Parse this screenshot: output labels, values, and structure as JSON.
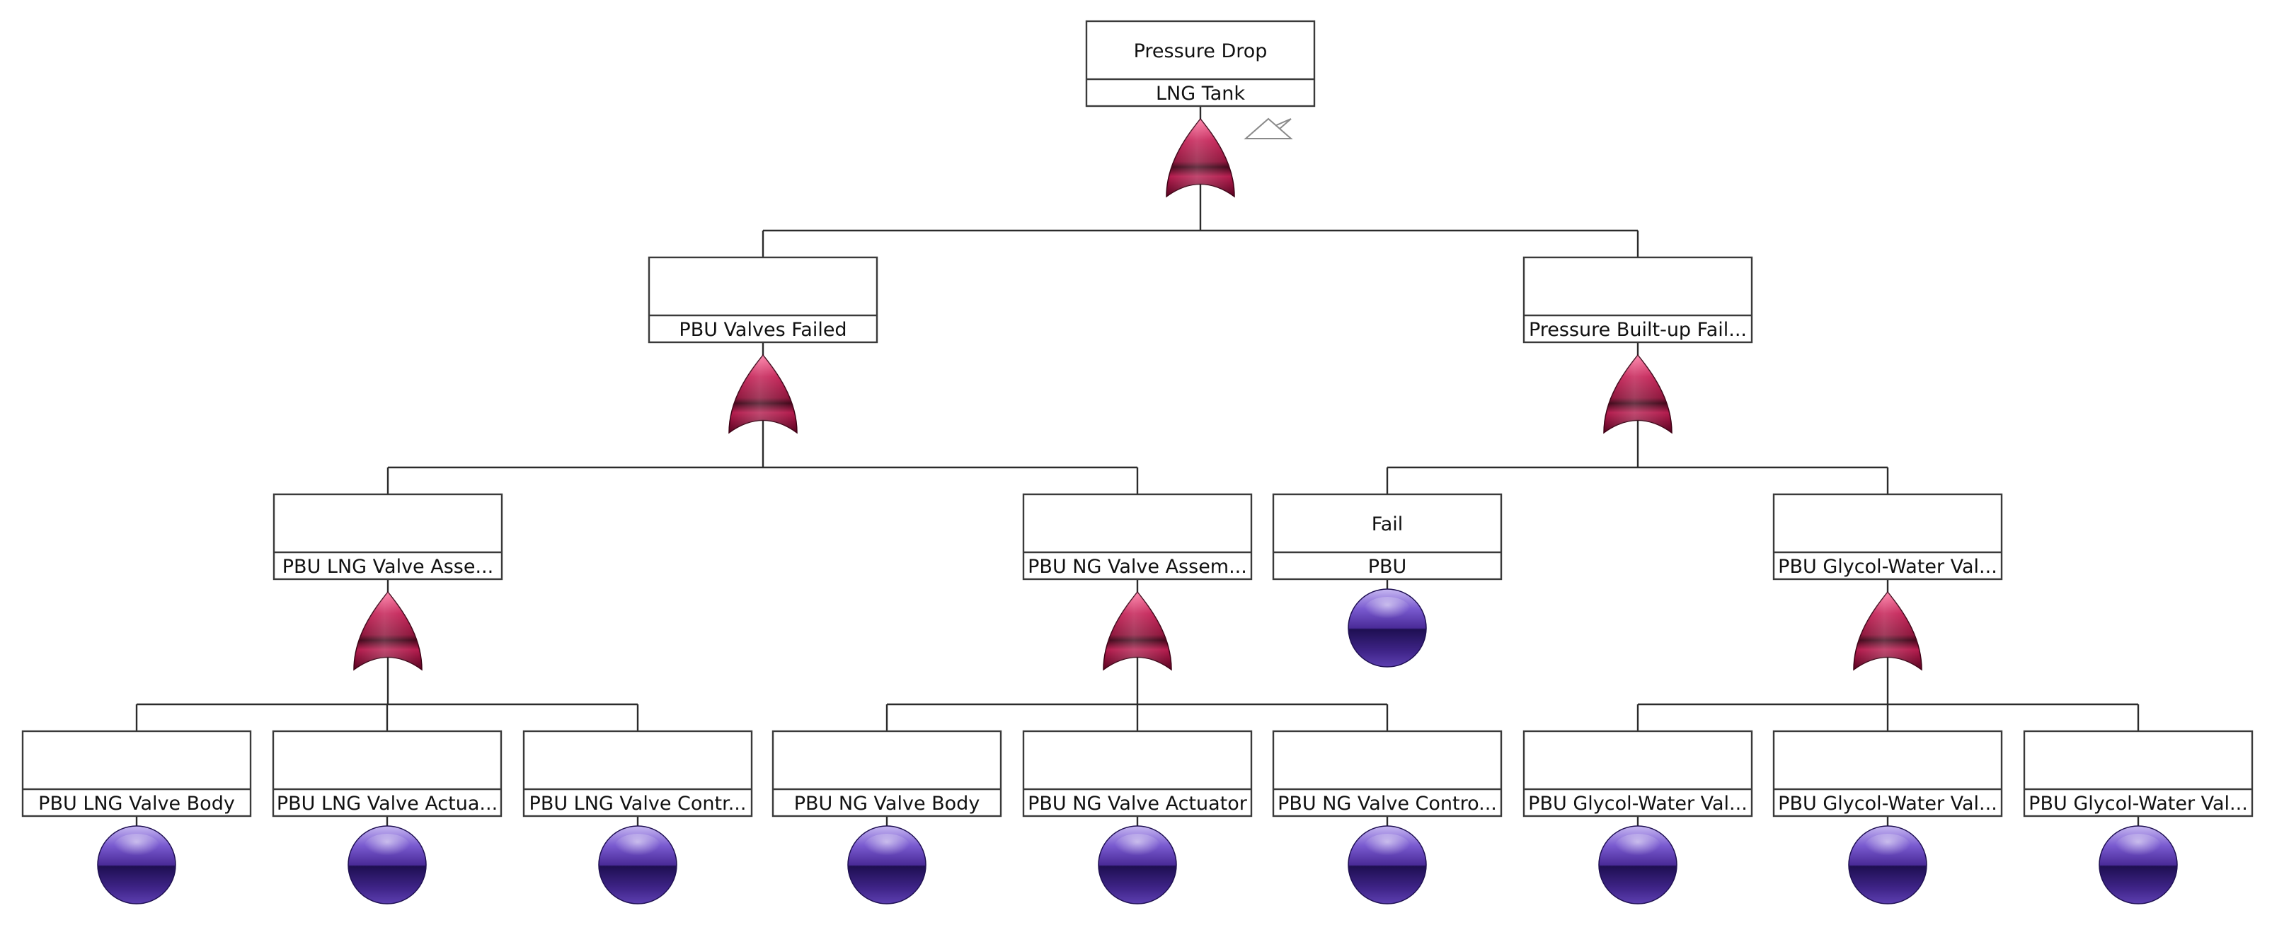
{
  "colors": {
    "gate_primary": "#c0134b",
    "gate_dark": "#3d0014",
    "event_primary": "#5a3aa8",
    "event_dark": "#1e0f52",
    "box_border": "#3a3a3a",
    "connector": "#2b2b2b",
    "background": "#ffffff"
  },
  "icons": {
    "gate": "or-gate-icon",
    "basic_event": "basic-event-circle-icon",
    "transfer": "transfer-triangle-icon"
  },
  "tree": {
    "top": {
      "title": "Pressure Drop",
      "label": "LNG Tank",
      "gate": "or-gate"
    },
    "level1": [
      {
        "title": "",
        "label": "PBU Valves Failed",
        "gate": "or-gate"
      },
      {
        "title": "",
        "label": "Pressure  Built-up  Fail...",
        "gate": "or-gate"
      }
    ],
    "level2": [
      {
        "title": "",
        "label": "PBU LNG Valve Asse...",
        "gate": "or-gate"
      },
      {
        "title": "",
        "label": "PBU NG Valve Assem...",
        "gate": "or-gate"
      },
      {
        "title": "Fail",
        "label": "PBU",
        "gate": "basic-event"
      },
      {
        "title": "",
        "label": "PBU Glycol-Water Val...",
        "gate": "or-gate"
      }
    ],
    "level3": [
      {
        "title": "",
        "label": "PBU LNG Valve Body",
        "gate": "basic-event"
      },
      {
        "title": "",
        "label": "PBU LNG Valve Actua...",
        "gate": "basic-event"
      },
      {
        "title": "",
        "label": "PBU LNG Valve Contr...",
        "gate": "basic-event"
      },
      {
        "title": "",
        "label": "PBU NG Valve Body",
        "gate": "basic-event"
      },
      {
        "title": "",
        "label": "PBU NG Valve Actuator",
        "gate": "basic-event"
      },
      {
        "title": "",
        "label": "PBU NG Valve Contro...",
        "gate": "basic-event"
      },
      {
        "title": "",
        "label": "PBU Glycol-Water Val...",
        "gate": "basic-event"
      },
      {
        "title": "",
        "label": "PBU Glycol-Water Val...",
        "gate": "basic-event"
      },
      {
        "title": "",
        "label": "PBU Glycol-Water Val...",
        "gate": "basic-event"
      }
    ]
  }
}
